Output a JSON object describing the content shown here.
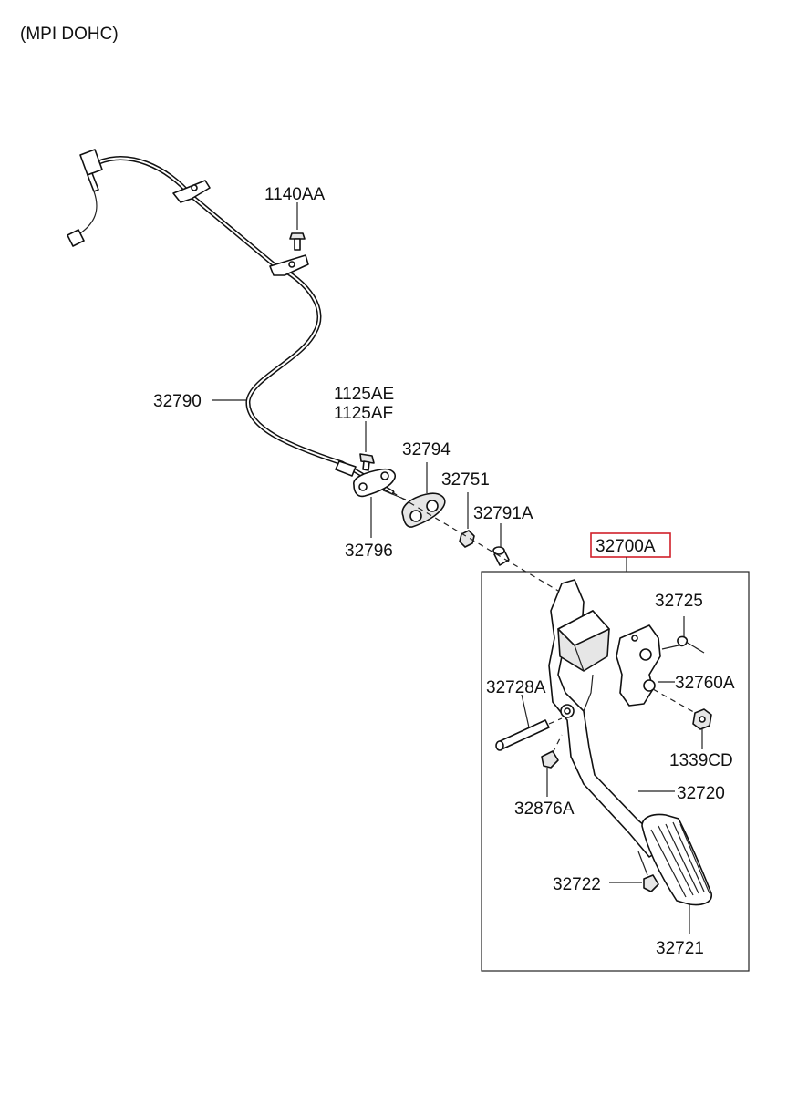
{
  "header": {
    "variant": "(MPI DOHC)"
  },
  "assembly": {
    "label": "32700A",
    "highlight_color": "#d0202a"
  },
  "parts": {
    "p1140AA": "1140AA",
    "p32790": "32790",
    "p1125AE": "1125AE",
    "p1125AF": "1125AF",
    "p32794": "32794",
    "p32751": "32751",
    "p32791A": "32791A",
    "p32796": "32796",
    "p32725": "32725",
    "p32728A": "32728A",
    "p32760A": "32760A",
    "p1339CD": "1339CD",
    "p32720": "32720",
    "p32876A": "32876A",
    "p32722": "32722",
    "p32721": "32721"
  }
}
